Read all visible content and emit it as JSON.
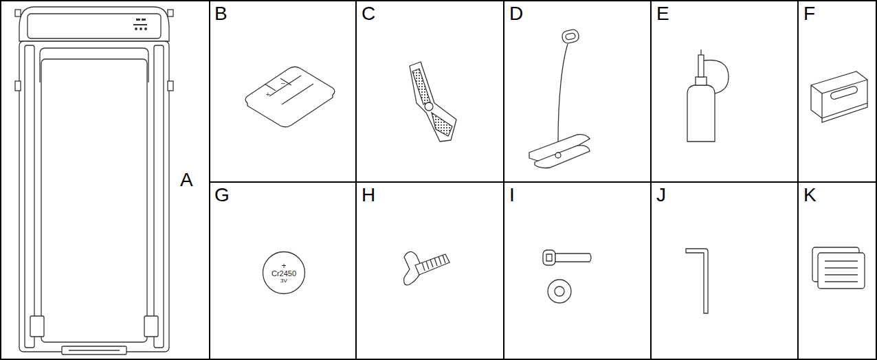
{
  "diagram": {
    "nodes": [
      {
        "text": [
          "+",
          "Cr2450",
          "3V"
        ]
      }
    ],
    "labels": [
      "A",
      "B",
      "C",
      "D",
      "E",
      "F",
      "G",
      "H",
      "I",
      "J",
      "K"
    ]
  }
}
